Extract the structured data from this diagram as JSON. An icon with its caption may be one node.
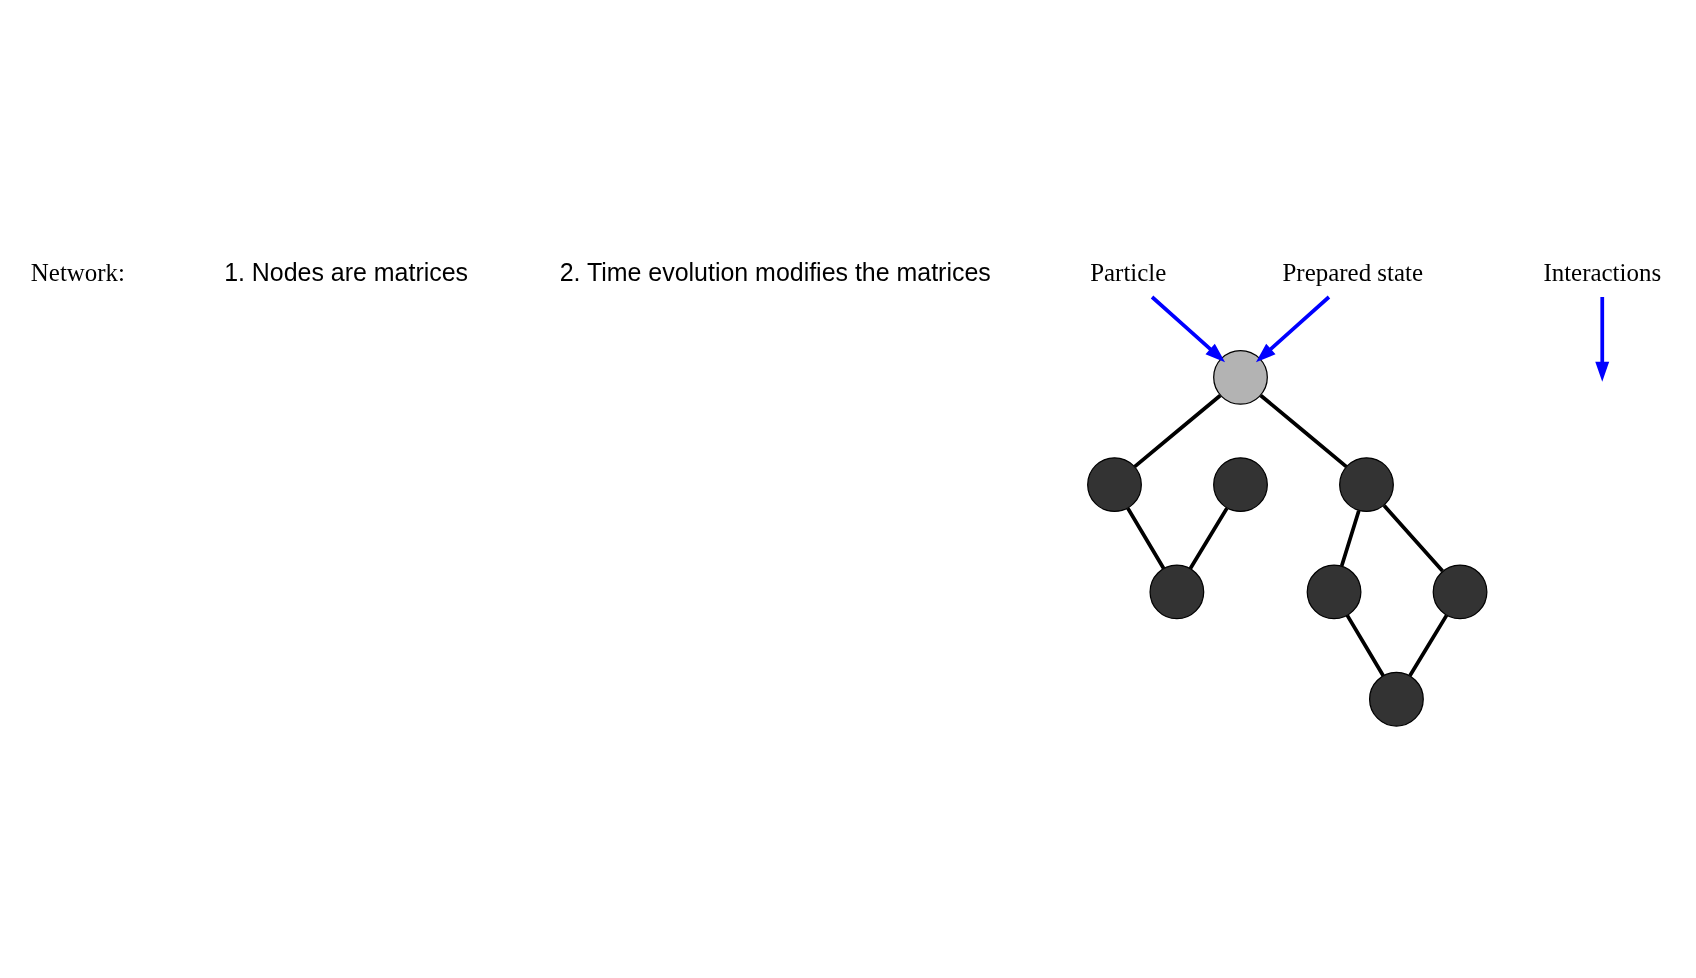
{
  "diagram": {
    "nodes": [
      {
        "text": [
          "Particle"
        ]
      },
      {
        "text": [
          "Prepared state"
        ]
      },
      {
        "text": [],
        "shape": "circle"
      },
      {
        "text": [],
        "shape": "circle"
      },
      {
        "text": [],
        "shape": "circle"
      },
      {
        "text": [],
        "shape": "circle"
      },
      {
        "text": [
          "Interactions"
        ]
      },
      {
        "text": [],
        "shape": "circle"
      },
      {
        "text": [],
        "shape": "circle"
      },
      {
        "text": [],
        "shape": "circle"
      },
      {
        "text": [],
        "shape": "circle"
      }
    ],
    "edges": [
      {
        "from": 0,
        "to": 2,
        "arrow": "to",
        "color": "#0000ff"
      },
      {
        "from": 1,
        "to": 2,
        "arrow": "to",
        "color": "#0000ff"
      },
      {
        "from": 6,
        "to": null,
        "arrow": "to",
        "color": "#0000ff"
      },
      {
        "from": 2,
        "to": 4,
        "arrow": "none"
      },
      {
        "from": 2,
        "to": 3,
        "arrow": "none"
      },
      {
        "from": 3,
        "to": 10,
        "arrow": "none"
      },
      {
        "from": 4,
        "to": 5,
        "arrow": "none"
      },
      {
        "from": 4,
        "to": 7,
        "arrow": "none"
      },
      {
        "from": 5,
        "to": 8,
        "arrow": "none"
      },
      {
        "from": 7,
        "to": 8,
        "arrow": "none"
      },
      {
        "from": 9,
        "to": 10,
        "arrow": "none"
      }
    ],
    "labels": [
      "Network:",
      "1. Nodes are matrices",
      "2. Time evolution modifies the matrices"
    ]
  }
}
